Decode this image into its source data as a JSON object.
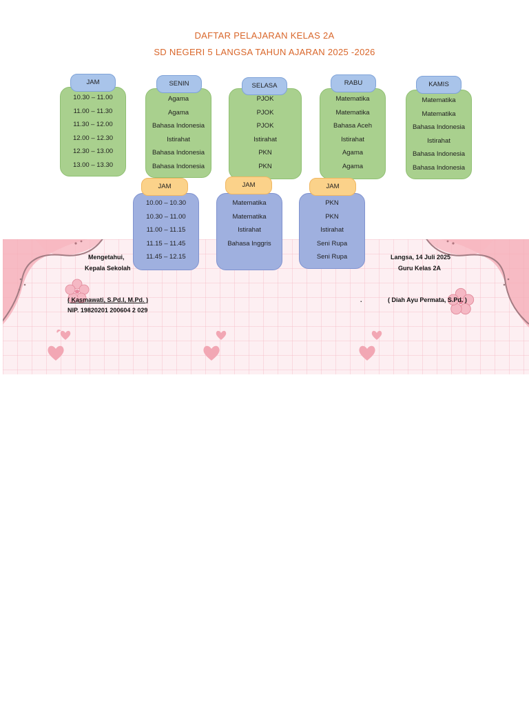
{
  "title": {
    "line1": "DAFTAR PELAJARAN KELAS 2A",
    "line2": "SD NEGERI 5 LANGSA TAHUN AJARAN 2025  -2026"
  },
  "top_row": {
    "jam": {
      "header": "JAM",
      "rows": [
        "10.30 – 11.00",
        "11.00 – 11.30",
        "11.30 – 12.00",
        "12.00 – 12.30",
        "12.30 – 13.00",
        "13.00 – 13.30"
      ]
    },
    "senin": {
      "header": "SENIN",
      "rows": [
        "Agama",
        "Agama",
        "Bahasa Indonesia",
        "Istirahat",
        "Bahasa Indonesia",
        "Bahasa Indonesia"
      ]
    },
    "selasa": {
      "header": "SELASA",
      "rows": [
        "PJOK",
        "PJOK",
        "PJOK",
        "Istirahat",
        "PKN",
        "PKN"
      ]
    },
    "rabu": {
      "header": "RABU",
      "rows": [
        "Matematika",
        "Matematika",
        "Bahasa Aceh",
        "Istirahat",
        "Agama",
        "Agama"
      ]
    },
    "kamis": {
      "header": "KAMIS",
      "rows": [
        "Matematika",
        "Matematika",
        "Bahasa Indonesia",
        "Istirahat",
        "Bahasa Indonesia",
        "Bahasa Indonesia"
      ]
    }
  },
  "bottom_row": {
    "jam": {
      "header": "JAM",
      "rows": [
        "10.00 – 10.30",
        "10.30 – 11.00",
        "11.00 – 11.15",
        "11.15 – 11.45",
        "11.45 – 12.15"
      ]
    },
    "day2": {
      "header": "JAM",
      "rows": [
        "Matematika",
        "Matematika",
        "Istirahat",
        "Bahasa Inggris"
      ]
    },
    "day3": {
      "header": "JAM",
      "rows": [
        "PKN",
        "PKN",
        "Istirahat",
        "Seni Rupa",
        "Seni Rupa"
      ]
    }
  },
  "signatures": {
    "left": {
      "line1": "Mengetahui,",
      "line2": "Kepala Sekolah",
      "name": "( Kasmawati, S.Pd.I, M.Pd. )",
      "nip": "NIP. 19820201 200604 2 029"
    },
    "right": {
      "line1": "Langsa, 14 Juli 2025",
      "line2": "Guru Kelas 2A",
      "name": "( Diah Ayu Permata, S.Pd. )"
    },
    "dot": "."
  },
  "colors": {
    "title": "#d9662a",
    "green_card": "#a9d08e",
    "blue_card": "#9fb0df",
    "header_blue": "#a9c4ea",
    "header_orange": "#fbd28a",
    "band_pink": "#fdeff2"
  }
}
